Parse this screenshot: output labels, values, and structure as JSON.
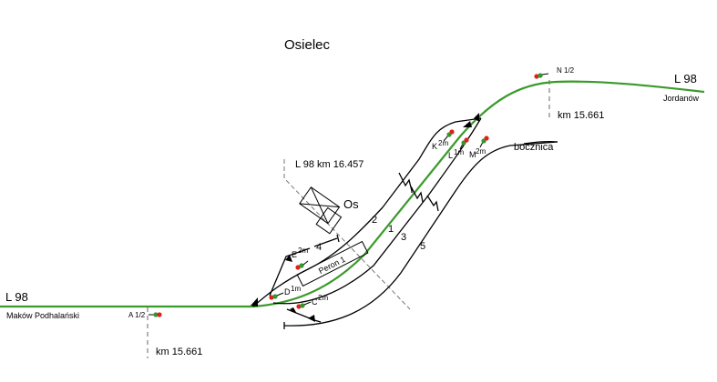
{
  "title": "Osielec",
  "building_label": "Os",
  "line_left": {
    "line": "L 98",
    "destination": "Maków Podhalański"
  },
  "line_right": {
    "line": "L 98",
    "destination": "Jordanów"
  },
  "km_label_station": "L 98  km 16.457",
  "km_left": "km  15.661",
  "km_right": "km  15.661",
  "siding_label": "bocznica",
  "platform_label": "Peron 1",
  "tracks": [
    "1",
    "2",
    "3",
    "4",
    "5"
  ],
  "signals": {
    "A": {
      "name": "A 1/2"
    },
    "N": {
      "name": "N 1/2"
    },
    "C": {
      "name": "C",
      "sup": "2m"
    },
    "D": {
      "name": "D",
      "sup": "1m"
    },
    "E": {
      "name": "E",
      "sup": "2m"
    },
    "K": {
      "name": "K",
      "sup": "2m"
    },
    "L": {
      "name": "L",
      "sup": "1m"
    },
    "M": {
      "name": "M",
      "sup": "2m"
    }
  },
  "colors": {
    "main_track": "#3a9a2a",
    "signal_red": "#e0201b",
    "signal_green": "#2e9a2e"
  }
}
